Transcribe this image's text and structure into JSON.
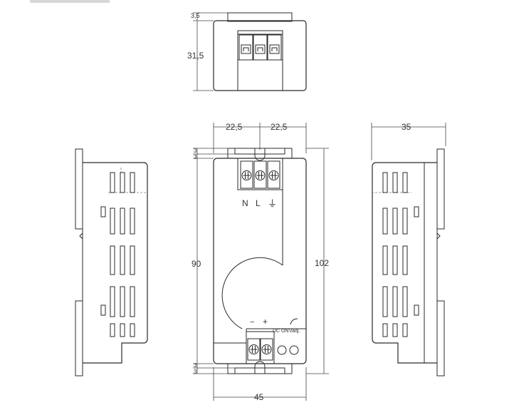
{
  "dimensions": {
    "top_view_small": "3,5",
    "top_view_height": "31,5",
    "front_width_left": "22,5",
    "front_width_right": "22,5",
    "side_depth": "35",
    "front_gap_top_1": "3",
    "front_gap_top_2": "3",
    "front_gap_bottom_1": "3",
    "front_gap_bottom_2": "3",
    "front_height_inner": "90",
    "front_height_outer": "102",
    "front_width_total": "45"
  },
  "terminal_labels": {
    "neutral": "N",
    "line": "L",
    "ground_symbol": "⏚"
  },
  "output_labels": {
    "minus": "−",
    "plus": "+",
    "dc_on": "DC ON",
    "v_adj": "Vadj."
  },
  "colors": {
    "line": "#2a2a2a",
    "background": "#ffffff",
    "header_bar": "#d7d7d7"
  }
}
